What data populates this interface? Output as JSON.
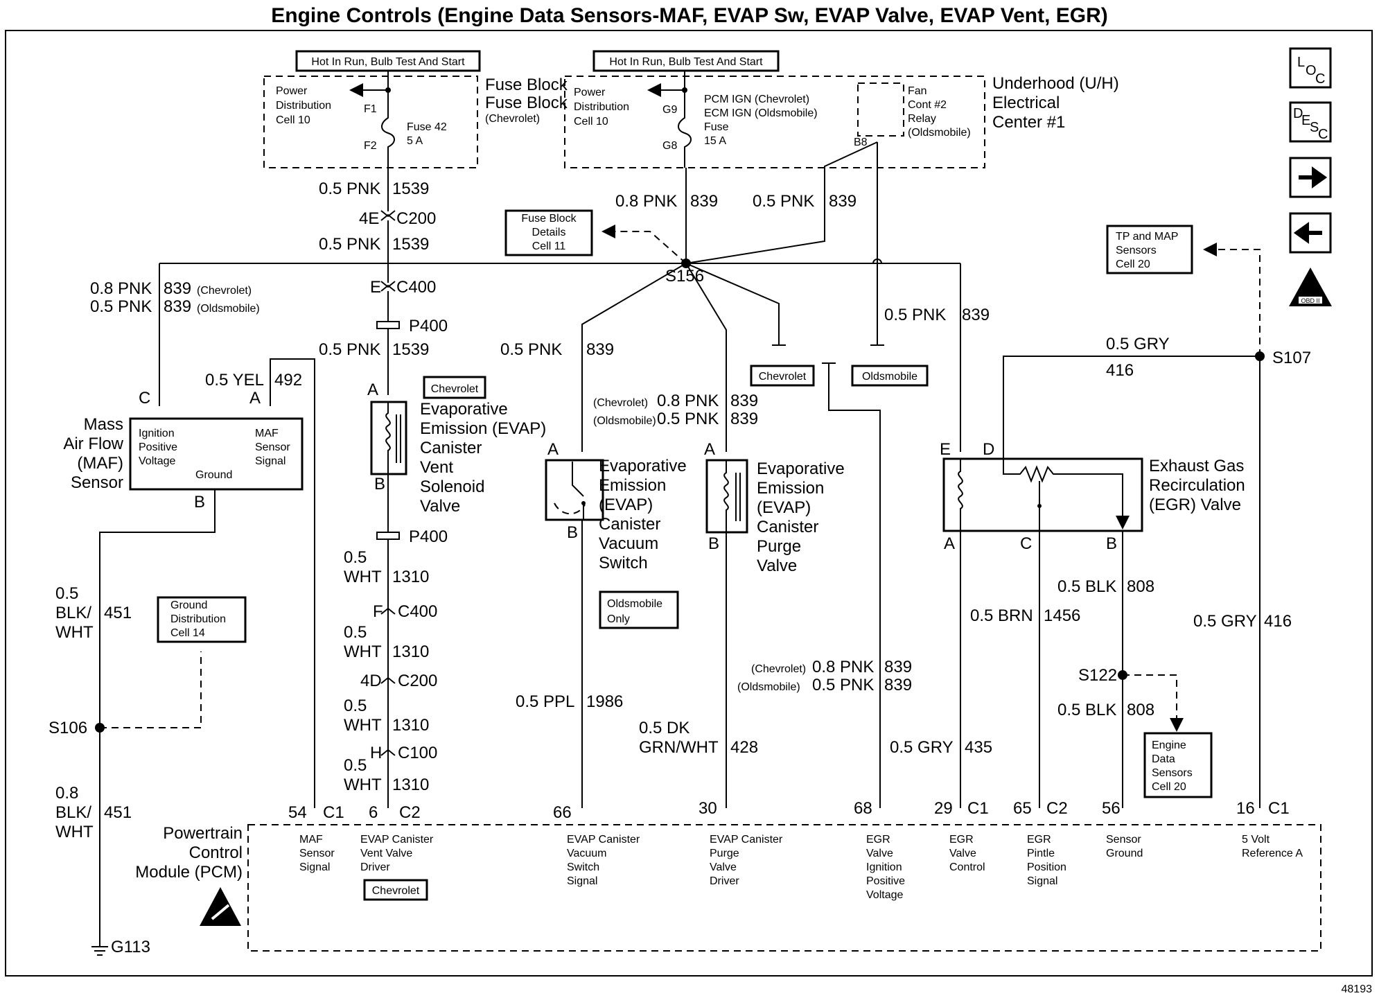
{
  "title": "Engine Controls (Engine Data Sensors-MAF, EVAP Sw, EVAP Valve, EVAP Vent, EGR)",
  "figure_number": "48193",
  "nav": {
    "loc_icon": "LOC",
    "desc_icon": "DESC",
    "next_icon": "arrow-right-icon",
    "prev_icon": "arrow-left-icon",
    "obd_label": "OBD II"
  },
  "power": {
    "hot_left": "Hot In Run, Bulb Test And Start",
    "hot_right": "Hot In Run, Bulb Test And Start",
    "fuse_block": "Fuse Block",
    "fuse_block_sub": "(Chevrolet)",
    "pd1": "Power",
    "pd2": "Distribution",
    "pd3": "Cell 10",
    "f1": "F1",
    "f2": "F2",
    "fuse42": "Fuse 42",
    "fuse42_amp": "5 A",
    "g9": "G9",
    "g8": "G8",
    "pcm_ign": "PCM IGN (Chevrolet)",
    "ecm_ign": "ECM IGN (Oldsmobile)",
    "fuse": "Fuse",
    "fuse15": "15 A",
    "fan1": "Fan",
    "fan2": "Cont #2",
    "fan3": "Relay",
    "fan4": "(Oldsmobile)",
    "b8": "B8",
    "uh1": "Underhood (U/H)",
    "uh2": "Electrical",
    "uh3": "Center #1"
  },
  "wires": {
    "w1539a": "0.5 PNK",
    "c1539a": "1539",
    "c4e": "4E",
    "c200": "C200",
    "w1539b": "0.5 PNK",
    "c1539b": "1539",
    "ce": "E",
    "c400": "C400",
    "p400a": "P400",
    "w1539c": "0.5 PNK",
    "c1539c": "1539",
    "w839a": "0.8 PNK",
    "c839a": "839",
    "w839b": "0.5 PNK",
    "c839b": "839",
    "maf_w1": "0.8 PNK",
    "maf_c1": "839",
    "maf_v1": "(Chevrolet)",
    "maf_w2": "0.5 PNK",
    "maf_c2": "839",
    "maf_v2": "(Oldsmobile)",
    "yel": "0.5 YEL",
    "yel_c": "492",
    "s156": "S156",
    "sw839": "0.5 PNK",
    "sw839c": "839",
    "pg1v": "(Chevrolet)",
    "pg1w": "0.8 PNK",
    "pg1c": "839",
    "pg2v": "(Oldsmobile)",
    "pg2w": "0.5 PNK",
    "pg2c": "839",
    "egr839": "0.5 PNK",
    "egr839c": "839",
    "chev": "Chevrolet",
    "olds": "Oldsmobile",
    "gry416": "0.5 GRY",
    "c416": "416",
    "s107": "S107",
    "blkw1a": "0.5",
    "blkw1b": "BLK/",
    "blkw1c": "WHT",
    "c451a": "451",
    "s106": "S106",
    "blkw2a": "0.8",
    "blkw2b": "BLK/",
    "blkw2c": "WHT",
    "c451b": "451",
    "g113": "G113",
    "p400b": "P400",
    "wht1a": "0.5",
    "wht1b": "WHT",
    "c1310a": "1310",
    "cf": "F",
    "c400b": "C400",
    "wht2a": "0.5",
    "wht2b": "WHT",
    "c1310b": "1310",
    "c4d": "4D",
    "c200b": "C200",
    "wht3a": "0.5",
    "wht3b": "WHT",
    "c1310c": "1310",
    "ch": "H",
    "c100": "C100",
    "wht4a": "0.5",
    "wht4b": "WHT",
    "c1310d": "1310",
    "ppl": "0.5 PPL",
    "c1986": "1986",
    "dk1": "0.5 DK",
    "dk2": "GRN/WHT",
    "c428": "428",
    "ign1v": "(Chevrolet)",
    "ign1w": "0.8 PNK",
    "ign1c": "839",
    "ign2v": "(Oldsmobile)",
    "ign2w": "0.5 PNK",
    "ign2c": "839",
    "gry435": "0.5 GRY",
    "c435": "435",
    "brn": "0.5 BRN",
    "c1456": "1456",
    "blk808a": "0.5 BLK",
    "c808a": "808",
    "s122": "S122",
    "blk808b": "0.5 BLK",
    "c808b": "808",
    "gry416b": "0.5 GRY",
    "c416b": "416"
  },
  "components": {
    "maf_t1": "Mass",
    "maf_t2": "Air Flow",
    "maf_t3": "(MAF)",
    "maf_t4": "Sensor",
    "maf_ign1": "Ignition",
    "maf_ign2": "Positive",
    "maf_ign3": "Voltage",
    "maf_sig1": "MAF",
    "maf_sig2": "Sensor",
    "maf_sig3": "Signal",
    "maf_gnd": "Ground",
    "pin_c": "C",
    "pin_a": "A",
    "pin_b": "B",
    "vent_tag": "Chevrolet",
    "vent_a": "A",
    "vent_b": "B",
    "vent1": "Evaporative",
    "vent2": "Emission (EVAP)",
    "vent3": "Canister",
    "vent4": "Vent",
    "vent5": "Solenoid",
    "vent6": "Valve",
    "sw_a": "A",
    "sw_b": "B",
    "sw1": "Evaporative",
    "sw2": "Emission",
    "sw3": "(EVAP)",
    "sw4": "Canister",
    "sw5": "Vacuum",
    "sw6": "Switch",
    "olds_only1": "Oldsmobile",
    "olds_only2": "Only",
    "pv_a": "A",
    "pv_b": "B",
    "pv1": "Evaporative",
    "pv2": "Emission",
    "pv3": "(EVAP)",
    "pv4": "Canister",
    "pv5": "Purge",
    "pv6": "Valve",
    "egr_e": "E",
    "egr_d": "D",
    "egr_a": "A",
    "egr_c": "C",
    "egr_b": "B",
    "egr1": "Exhaust Gas",
    "egr2": "Recirculation",
    "egr3": "(EGR) Valve"
  },
  "refs": {
    "fbd1": "Fuse Block",
    "fbd2": "Details",
    "fbd3": "Cell 11",
    "tp1": "TP and MAP",
    "tp2": "Sensors",
    "tp3": "Cell 20",
    "gd1": "Ground",
    "gd2": "Distribution",
    "gd3": "Cell 14",
    "eds1": "Engine",
    "eds2": "Data",
    "eds3": "Sensors",
    "eds4": "Cell 20"
  },
  "pcm": {
    "t1": "Powertrain",
    "t2": "Control",
    "t3": "Module (PCM)",
    "p54": "54",
    "c1a": "C1",
    "p6": "6",
    "c2a": "C2",
    "p66": "66",
    "p30": "30",
    "p68": "68",
    "p29": "29",
    "c1b": "C1",
    "p65": "65",
    "c2b": "C2",
    "p56": "56",
    "p16": "16",
    "c1c": "C1",
    "s1a": "MAF",
    "s1b": "Sensor",
    "s1c": "Signal",
    "s2a": "EVAP Canister",
    "s2b": "Vent Valve",
    "s2c": "Driver",
    "s2tag": "Chevrolet",
    "s3a": "EVAP Canister",
    "s3b": "Vacuum",
    "s3c": "Switch",
    "s3d": "Signal",
    "s4a": "EVAP Canister",
    "s4b": "Purge",
    "s4c": "Valve",
    "s4d": "Driver",
    "s5a": "EGR",
    "s5b": "Valve",
    "s5c": "Ignition",
    "s5d": "Positive",
    "s5e": "Voltage",
    "s6a": "EGR",
    "s6b": "Valve",
    "s6c": "Control",
    "s7a": "EGR",
    "s7b": "Pintle",
    "s7c": "Position",
    "s7d": "Signal",
    "s8a": "Sensor",
    "s8b": "Ground",
    "s9a": "5 Volt",
    "s9b": "Reference A"
  }
}
